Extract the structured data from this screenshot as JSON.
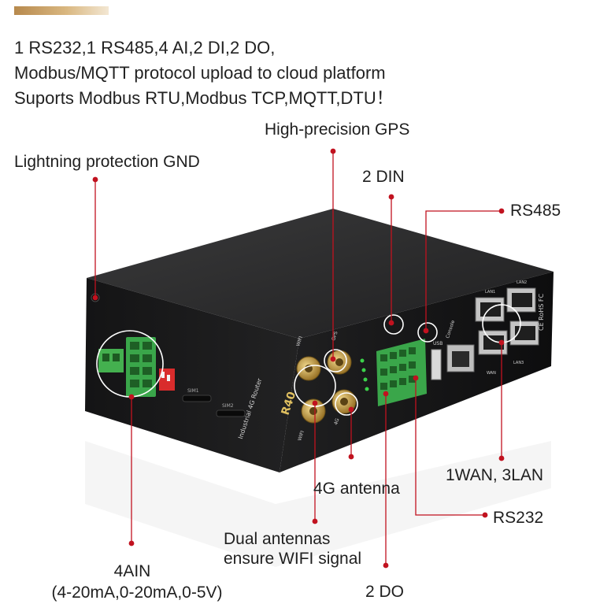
{
  "accent": {
    "bar_color": "#c9a36a"
  },
  "intro": {
    "line1": "1 RS232,1  RS485,4 AI,2 DI,2 DO,",
    "line2": "Modbus/MQTT protocol    upload to cloud platform",
    "line3": "Suports Modbus RTU,Modbus TCP,MQTT,DTU！"
  },
  "callouts": {
    "gps": "High-precision GPS",
    "lightning": "Lightning protection GND",
    "din": "2 DIN",
    "rs485": "RS485",
    "wan_lan": "1WAN, 3LAN",
    "antenna_4g": "4G antenna",
    "rs232": "RS232",
    "wifi_line1": "Dual antennas",
    "wifi_line2": "ensure WIFI signal",
    "ain_line1": "4AIN",
    "ain_line2": "(4-20mA,0-20mA,0-5V)",
    "do": "2 DO"
  },
  "device": {
    "model_mark": "R40",
    "model_name": "Industrial 4G Router",
    "port_labels": {
      "wifi_top": "WIFI",
      "gps": "GPS",
      "wifi_bottom": "WIFI",
      "ant_4g": "4G",
      "sim1": "SIM1",
      "sim2": "SIM2",
      "usb": "USB",
      "console": "Console",
      "wan": "WAN",
      "lan1": "LAN1",
      "lan2": "LAN2",
      "lan3": "LAN3",
      "cert": "CE RoHS FC"
    },
    "colors": {
      "body_top": "#2b2b2c",
      "body_front": "#1c1c1d",
      "body_side": "#101011",
      "terminal_green": "#3aa64a",
      "sma_gold": "#c9a24a",
      "callout_red": "#c1121f"
    }
  }
}
